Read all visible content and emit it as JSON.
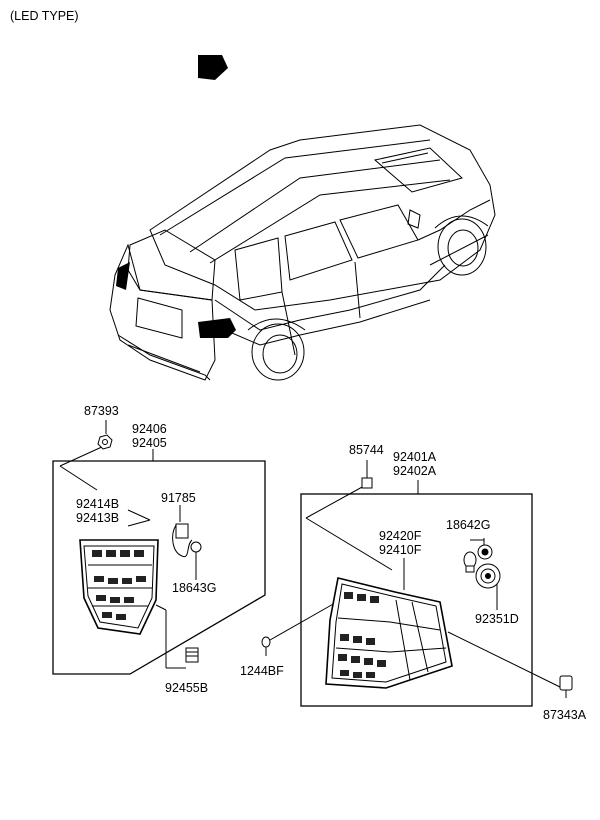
{
  "header": {
    "title": "(LED TYPE)"
  },
  "parts": {
    "p87393": "87393",
    "p92406": "92406",
    "p92405": "92405",
    "p92414B": "92414B",
    "p92413B": "92413B",
    "p91785": "91785",
    "p18643G": "18643G",
    "p92455B": "92455B",
    "p85744": "85744",
    "p92401A": "92401A",
    "p92402A": "92402A",
    "p18642G": "18642G",
    "p92420F": "92420F",
    "p92410F": "92410F",
    "p92351D": "92351D",
    "p1244BF": "1244BF",
    "p87343A": "87343A"
  }
}
